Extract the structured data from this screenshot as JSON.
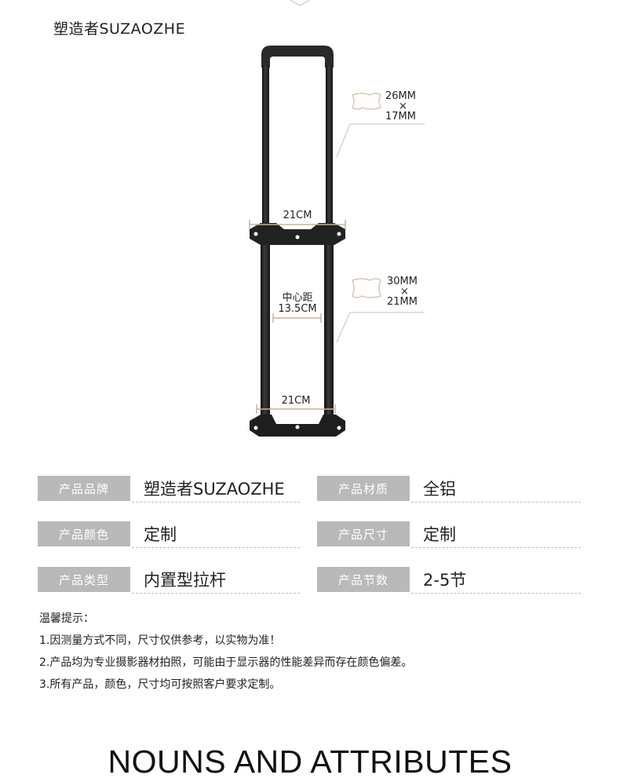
{
  "brand": {
    "title": "塑造者SUZAOZHE"
  },
  "diagram": {
    "profile_top": {
      "width": "26MM",
      "times": "×",
      "height": "17MM"
    },
    "profile_bottom": {
      "width": "30MM",
      "times": "×",
      "height": "21MM"
    },
    "width_upper": "21CM",
    "center_distance_label": "中心距",
    "center_distance_value": "13.5CM",
    "width_lower": "21CM",
    "colors": {
      "handle": "#2a2a2a",
      "tube": "#1e1e1e",
      "dimension_line": "#c9b29a",
      "profile_outline": "#d7c8b3"
    }
  },
  "specs": [
    {
      "label": "产品品牌",
      "value": "塑造者SUZAOZHE"
    },
    {
      "label": "产品材质",
      "value": "全铝"
    },
    {
      "label": "产品颜色",
      "value": "定制"
    },
    {
      "label": "产品尺寸",
      "value": "定制"
    },
    {
      "label": "产品类型",
      "value": "内置型拉杆"
    },
    {
      "label": "产品节数",
      "value": "2-5节"
    }
  ],
  "tips": {
    "title": "温馨提示：",
    "lines": [
      "1.因测量方式不同，尺寸仅供参考，以实物为准！",
      "2.产品均为专业摄影器材拍照，可能由于显示器的性能差异而存在颜色偏差。",
      "3.所有产品，颜色，尺寸均可按照客户要求定制。"
    ]
  },
  "footer": {
    "heading": "NOUNS AND ATTRIBUTES"
  }
}
